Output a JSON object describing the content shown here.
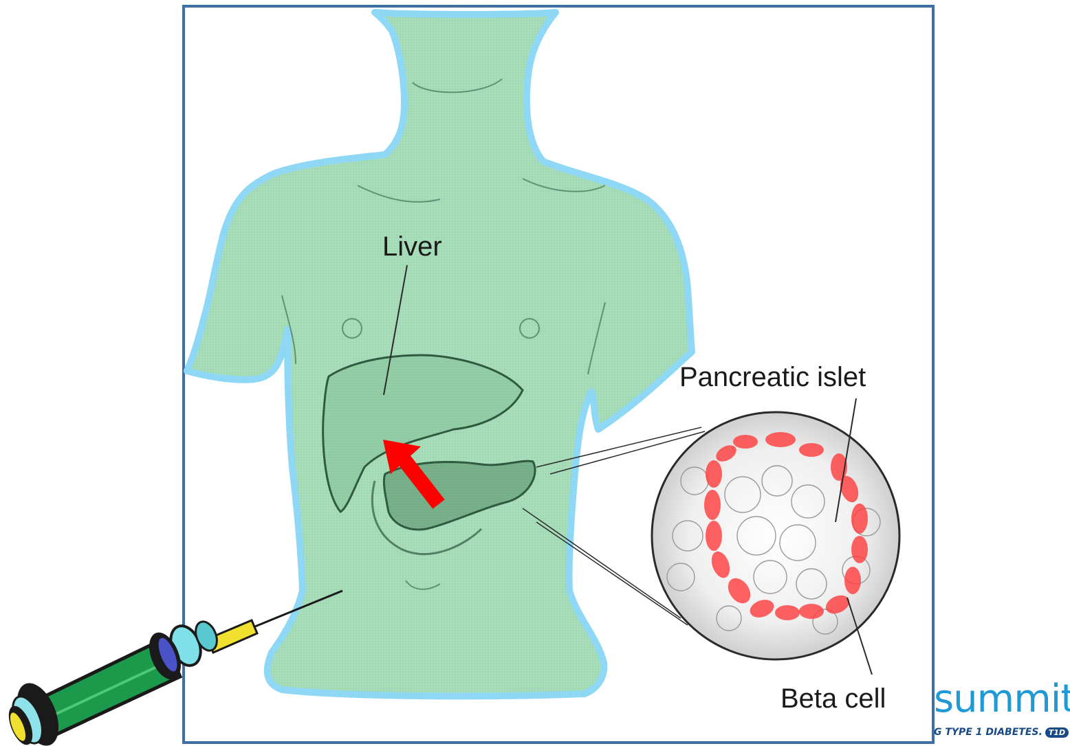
{
  "labels": {
    "liver": "Liver",
    "pancreatic_islet": "Pancreatic islet",
    "beta_cell": "Beta cell"
  },
  "logo": {
    "word": "summit",
    "tagline": "G TYPE 1 DIABETES.",
    "badge": "T1D"
  },
  "colors": {
    "body_fill": "#a8ddb9",
    "body_outline": "#8fd8f5",
    "frame": "#3d6fa6",
    "arrow": "#ff0000",
    "beta_cells": "#ff3b3b",
    "syringe_barrel": "#1a9a4a",
    "logo_blue": "#1f9ad6"
  },
  "icons": [
    "syringe-icon",
    "red-arrow-icon"
  ]
}
